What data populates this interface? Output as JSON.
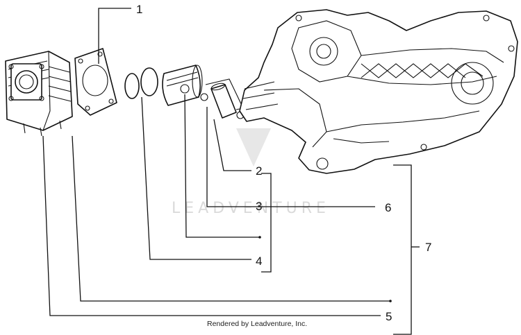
{
  "callouts": {
    "c1": "1",
    "c2": "2",
    "c3": "3",
    "c4": "4",
    "c5": "5",
    "c6": "6",
    "c7": "7"
  },
  "watermark": "LEADVENTURE",
  "credit": "Rendered by Leadventure, Inc."
}
